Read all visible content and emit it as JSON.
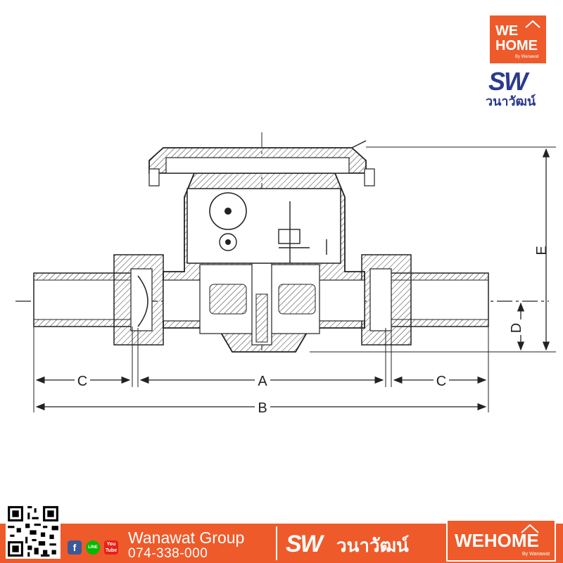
{
  "brand": {
    "wehome_line1": "WE",
    "wehome_line2": "HOME",
    "wehome_byline": "By Wanawat",
    "sw_mark": "SW",
    "sw_thai": "วนาวัฒน์",
    "accent_color": "#ef5a2a",
    "sw_color": "#2b3a8f"
  },
  "diagram": {
    "dimension_labels": {
      "a": "A",
      "b": "B",
      "c_left": "C",
      "c_right": "C",
      "d": "D",
      "e": "E"
    }
  },
  "footer": {
    "title": "Wanawat Group",
    "phone": "074-338-000",
    "social_icons": [
      "facebook-icon",
      "line-icon",
      "youtube-icon"
    ],
    "social_labels": {
      "facebook": "f",
      "line": "LINE",
      "youtube_1": "You",
      "youtube_2": "Tube"
    },
    "sw_mark": "SW",
    "sw_thai": "วนาวัฒน์",
    "wehome_we": "WE",
    "wehome_home": "HOME",
    "wehome_byline": "By Wanawat"
  }
}
